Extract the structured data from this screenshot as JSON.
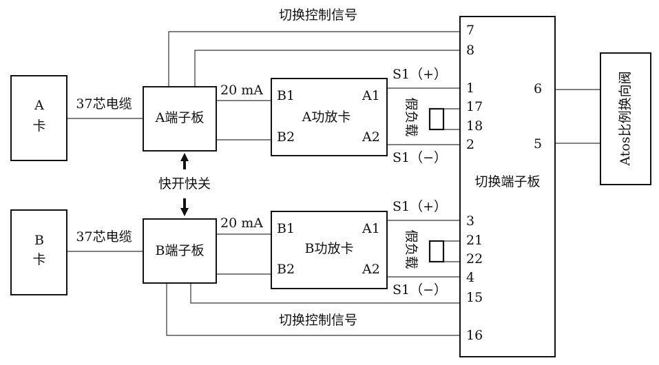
{
  "card_a": {
    "line1": "A",
    "line2": "卡"
  },
  "card_b": {
    "line1": "B",
    "line2": "卡"
  },
  "cable_a": "37芯电缆",
  "cable_b": "37芯电缆",
  "terminal_a": "A端子板",
  "terminal_b": "B端子板",
  "current_a": "20 mA",
  "current_b": "20 mA",
  "amp_a": {
    "title": "A功放卡",
    "b1": "B1",
    "b2": "B2",
    "a1": "A1",
    "a2": "A2"
  },
  "amp_b": {
    "title": "B功放卡",
    "b1": "B1",
    "b2": "B2",
    "a1": "A1",
    "a2": "A2"
  },
  "switch_signal_top": "切换控制信号",
  "switch_signal_bottom": "切换控制信号",
  "fast_switch": "快开快关",
  "dummy_load_a": "假负载",
  "dummy_load_b": "假负载",
  "s1_plus_a": "S1（+）",
  "s1_minus_a": "S1（−）",
  "s1_plus_b": "S1（+）",
  "s1_minus_b": "S1（−）",
  "switch_board": {
    "label": "切换端子板",
    "pins": [
      "7",
      "8",
      "1",
      "17",
      "18",
      "2",
      "3",
      "21",
      "22",
      "4",
      "15",
      "16"
    ],
    "out_pins": [
      "6",
      "5"
    ]
  },
  "valve": "Atos比例换向阀"
}
